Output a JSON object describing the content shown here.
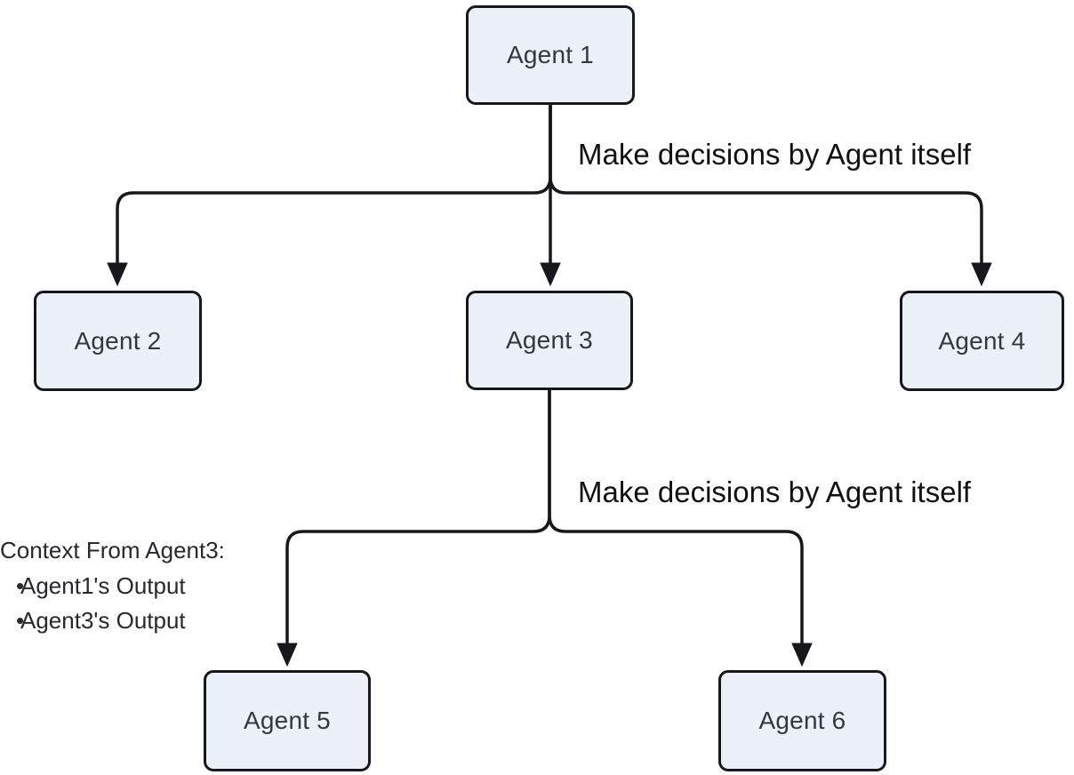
{
  "diagram": {
    "type": "flowchart",
    "direction": "top-down",
    "nodes": [
      {
        "id": "agent1",
        "label": "Agent 1"
      },
      {
        "id": "agent2",
        "label": "Agent 2"
      },
      {
        "id": "agent3",
        "label": "Agent 3"
      },
      {
        "id": "agent4",
        "label": "Agent 4"
      },
      {
        "id": "agent5",
        "label": "Agent 5"
      },
      {
        "id": "agent6",
        "label": "Agent 6"
      }
    ],
    "edges": [
      {
        "from": "agent1",
        "to": "agent2",
        "label": ""
      },
      {
        "from": "agent1",
        "to": "agent3",
        "label": "Make decisions by Agent itself"
      },
      {
        "from": "agent1",
        "to": "agent4",
        "label": ""
      },
      {
        "from": "agent3",
        "to": "agent5",
        "label": ""
      },
      {
        "from": "agent3",
        "to": "agent6",
        "label": "Make decisions by Agent itself"
      }
    ],
    "context_note": {
      "title": "Context From Agent3:",
      "bullet_glyph": "•",
      "items": [
        "Agent1's Output",
        "Agent3's Output"
      ]
    },
    "colors": {
      "node_fill": "#ECF1F9",
      "node_border": "#16181D",
      "node_text": "#33373E",
      "edge_stroke": "#16181D",
      "label_text": "#111111",
      "background": "#FFFFFF"
    }
  }
}
